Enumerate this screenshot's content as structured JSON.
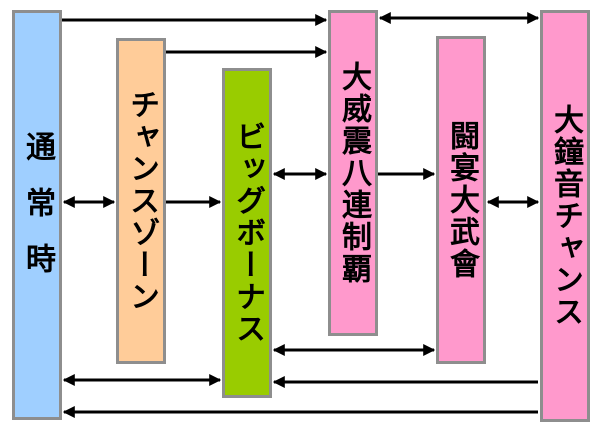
{
  "boxes": {
    "tsujo": {
      "label": "通常時",
      "color": "#9fcfff"
    },
    "chance_zone": {
      "label": "チャンスゾーン",
      "color": "#ffcc99"
    },
    "big_bonus": {
      "label": "ビッグボーナス",
      "color": "#99cc00"
    },
    "daiishin": {
      "label": "大威震八連制覇",
      "color": "#ff99cc"
    },
    "touen": {
      "label": "闘宴大武會",
      "color": "#ff99cc"
    },
    "daishoon": {
      "label": "大鐘音チャンス",
      "color": "#ff99cc"
    }
  },
  "colors": {
    "arrow": "#000000",
    "border": "#8e8e8e"
  }
}
